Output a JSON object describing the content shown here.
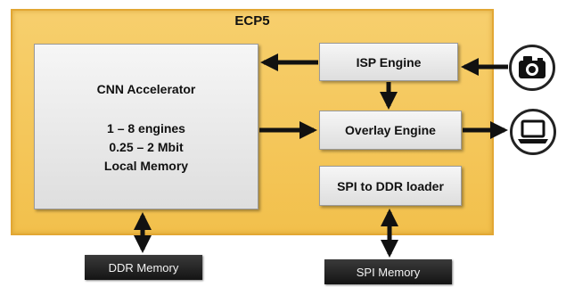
{
  "colors": {
    "ecps_fill": "#f2c04c",
    "ecps_border": "#e2a734",
    "block_fill": "#e6e6e6",
    "memory_fill": "#1c1c1c",
    "arrow": "#111111"
  },
  "ecps": {
    "title": "ECP5"
  },
  "cnn": {
    "title": "CNN  Accelerator",
    "lines": [
      "1 – 8 engines",
      "0.25 – 2 Mbit",
      "Local Memory"
    ]
  },
  "isp": {
    "label": "ISP  Engine"
  },
  "overlay": {
    "label": "Overlay Engine"
  },
  "spi_loader": {
    "label": "SPI to DDR  loader"
  },
  "memories": {
    "ddr": "DDR Memory",
    "spi": "SPI Memory"
  },
  "icons": {
    "input": "camera-icon",
    "output": "laptop-icon"
  }
}
